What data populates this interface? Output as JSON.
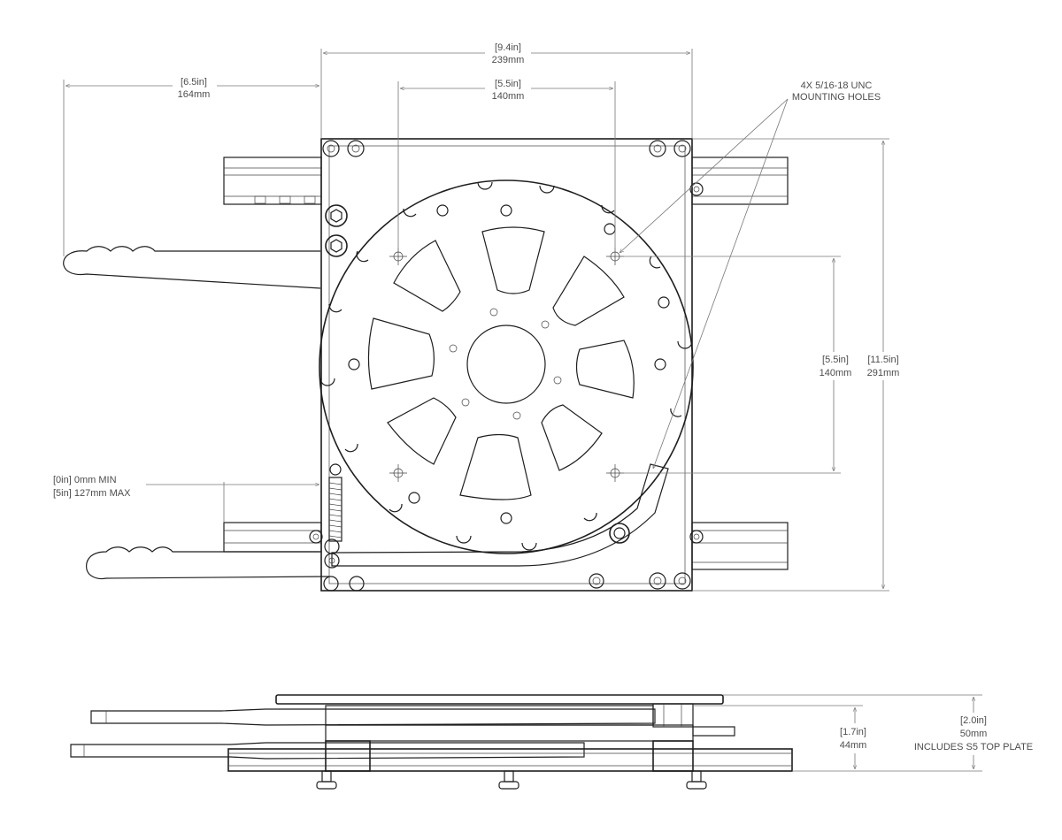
{
  "dimensions": {
    "overall_width": {
      "in": "[9.4in]",
      "mm": "239mm"
    },
    "handle_reach": {
      "in": "[6.5in]",
      "mm": "164mm"
    },
    "hole_spacing_x": {
      "in": "[5.5in]",
      "mm": "140mm"
    },
    "hole_spacing_y": {
      "in": "[5.5in]",
      "mm": "140mm"
    },
    "overall_depth": {
      "in": "[11.5in]",
      "mm": "291mm"
    },
    "slide_travel": {
      "min": "[0in] 0mm MIN",
      "max": "[5in] 127mm MAX"
    },
    "side_height": {
      "in": "[1.7in]",
      "mm": "44mm"
    },
    "side_height_with_plate": {
      "in": "[2.0in]",
      "mm": "50mm",
      "note": "INCLUDES S5 TOP PLATE"
    }
  },
  "callout": {
    "line1": "4X 5/16-18 UNC",
    "line2": "MOUNTING HOLES"
  }
}
